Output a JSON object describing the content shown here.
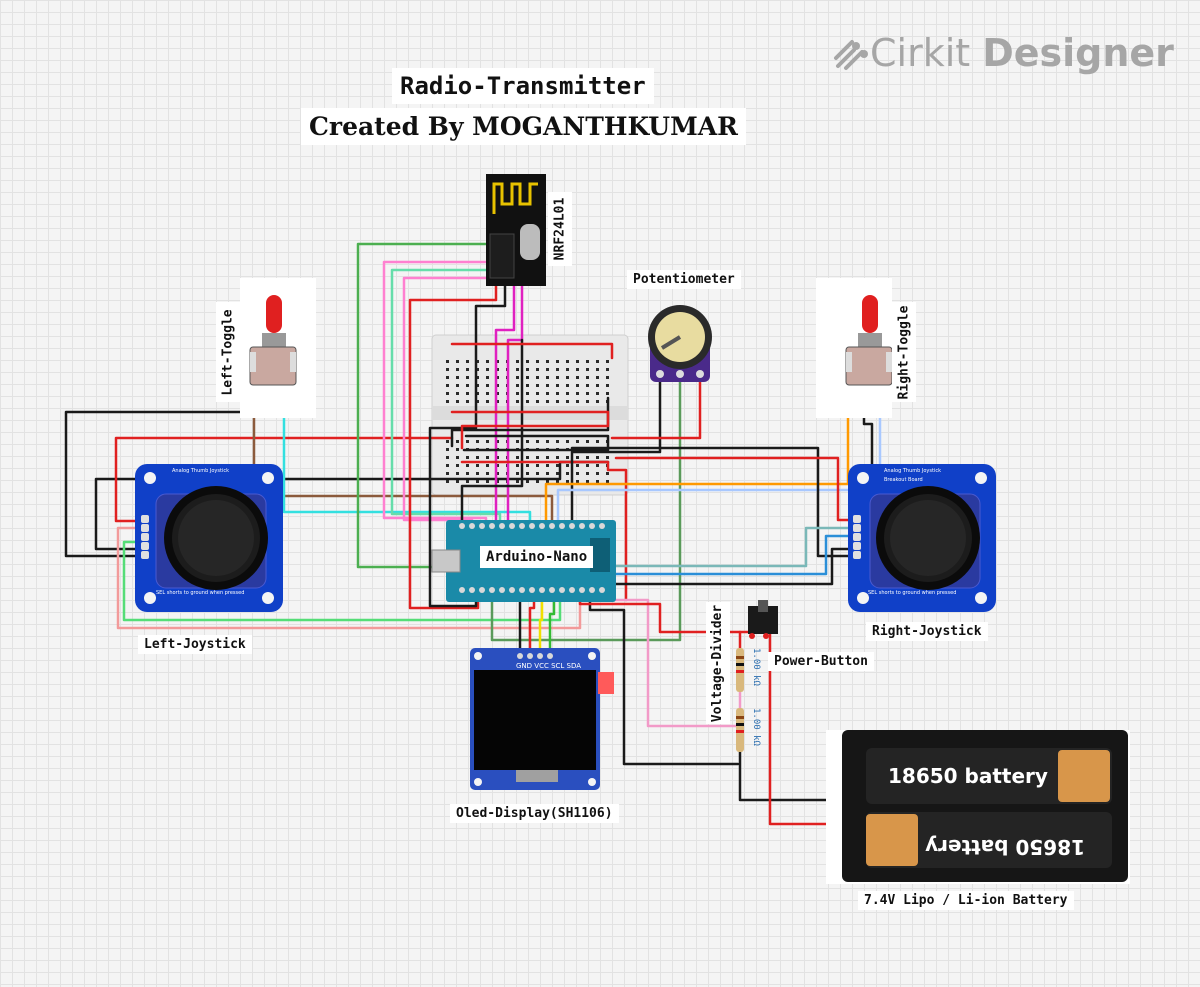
{
  "brand": {
    "name_light": "Cirkit",
    "name_bold": "Designer"
  },
  "title": {
    "line1": "Radio-Transmitter",
    "line2": "Created By MOGANTHKUMAR"
  },
  "components": {
    "nrf": "NRF24L01",
    "potentiometer": "Potentiometer",
    "left_toggle": "Left-Toggle",
    "right_toggle": "Right-Toggle",
    "arduino": "Arduino-Nano",
    "left_joystick": "Left-Joystick",
    "right_joystick": "Right-Joystick",
    "oled": "Oled-Display(SH1106)",
    "voltage_divider": "Voltage-Divider",
    "power_button": "Power-Button",
    "battery": "7.4V Lipo / Li-ion Battery"
  },
  "parts": {
    "battery_cell_label": "18650 battery",
    "resistor_value": "1.00 kΩ",
    "oled_pins": "GND VCC SCL SDA",
    "joystick_title": "Analog Thumb Joystick",
    "joystick_subtitle": "Breakout Board",
    "joystick_note": "SEL shorts to ground when pressed"
  },
  "colors": {
    "red": "#e02020",
    "black": "#1a1a1a",
    "green": "#4caf50",
    "pink": "#ff66cc",
    "cyan": "#33e0e0",
    "brown": "#8b5a3c",
    "orange": "#ff9900",
    "blue": "#2b8fd8",
    "lightblue": "#a8c8ff",
    "magenta": "#e020c0",
    "salmon": "#f29a9a",
    "yellow": "#f0e000",
    "board_blue": "#1040c8",
    "nano_teal": "#1a8aa8"
  }
}
